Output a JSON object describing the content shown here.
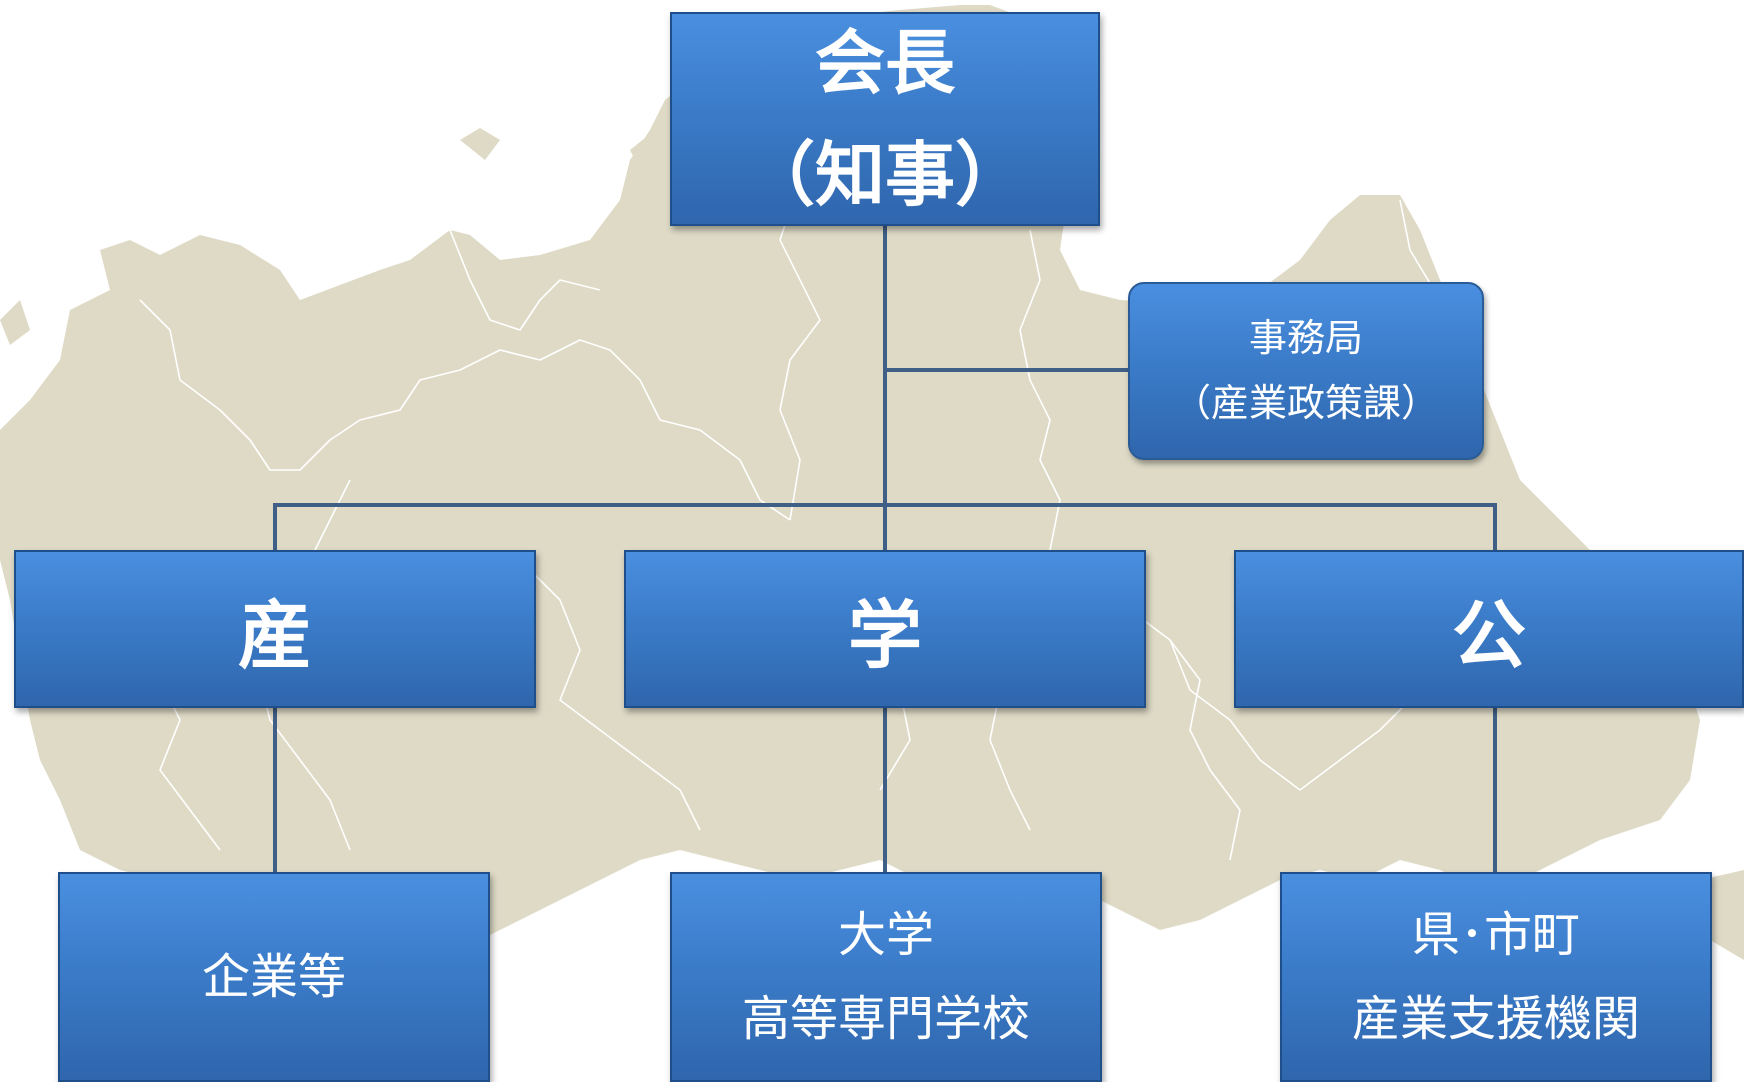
{
  "president": {
    "line1": "会長",
    "line2": "（知事）"
  },
  "secretariat": {
    "line1": "事務局",
    "line2": "（産業政策課）"
  },
  "categories": {
    "industry": "産",
    "academia": "学",
    "public": "公"
  },
  "members": {
    "industry": "企業等",
    "academia_line1": "大学",
    "academia_line2": "高等専門学校",
    "public_line1": "県･市町",
    "public_line2": "産業支援機関"
  },
  "colors": {
    "box": "#3b7cc9",
    "box_border": "#1f4f8a",
    "connector": "#3f5f86",
    "map_fill": "#dedac6",
    "map_lines": "#ffffff"
  }
}
